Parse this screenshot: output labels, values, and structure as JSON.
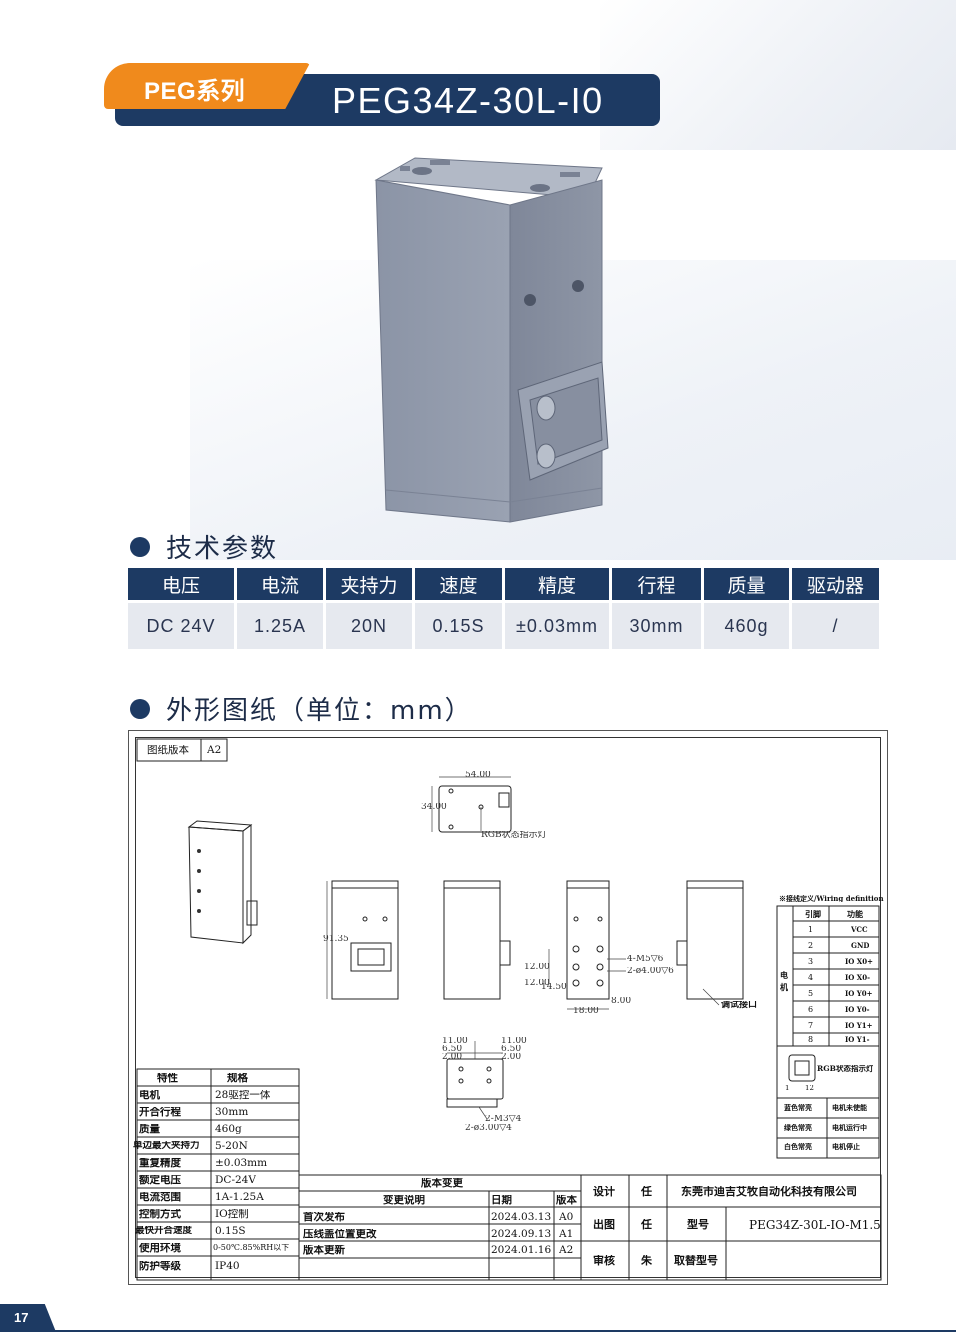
{
  "header": {
    "series_label": "PEG系列",
    "model": "PEG34Z-30L-I0"
  },
  "sections": {
    "tech_params": "技术参数",
    "outline": "外形图纸（单位：mm）"
  },
  "specs": {
    "headers": [
      "电压",
      "电流",
      "夹持力",
      "速度",
      "精度",
      "行程",
      "质量",
      "驱动器"
    ],
    "values": [
      "DC 24V",
      "1.25A",
      "20N",
      "0.15S",
      "±0.03mm",
      "30mm",
      "460g",
      "/"
    ]
  },
  "drawing": {
    "version_label": "图纸版本",
    "version_value": "A2",
    "dims": {
      "w54": "54.00",
      "h34": "34.00",
      "rgb_light": "RGB状态指示灯",
      "h91": "91.35",
      "d12a": "12.00",
      "d12b": "12.00",
      "d14": "14.50",
      "d18": "18.00",
      "d8": "8.00",
      "m5": "4-M5▽6",
      "phi4": "2-ø4.00▽6",
      "debug_port": "调试接口",
      "t11a": "11.00",
      "t65a": "6.50",
      "t2a": "2.00",
      "t11b": "11.00",
      "t65b": "6.50",
      "t2b": "2.00",
      "m3": "2-M3▽4",
      "phi3": "2-ø3.00▽4"
    },
    "wiring": {
      "title": "※接线定义/Wiring definition",
      "col_pin": "引脚",
      "col_func": "功能",
      "motor_label": "电机",
      "rows": [
        {
          "pin": "1",
          "func": "VCC"
        },
        {
          "pin": "2",
          "func": "GND"
        },
        {
          "pin": "3",
          "func": "IO X0+"
        },
        {
          "pin": "4",
          "func": "IO X0-"
        },
        {
          "pin": "5",
          "func": "IO Y0+"
        },
        {
          "pin": "6",
          "func": "IO Y0-"
        },
        {
          "pin": "7",
          "func": "IO Y1+"
        },
        {
          "pin": "8",
          "func": "IO Y1-"
        }
      ]
    },
    "rgb": {
      "label": "RGB状态指示灯",
      "pin1": "1",
      "pin12": "12",
      "rows": [
        {
          "state": "蓝色常亮",
          "meaning": "电机未使能"
        },
        {
          "state": "绿色常亮",
          "meaning": "电机运行中"
        },
        {
          "state": "白色常亮",
          "meaning": "电机停止"
        }
      ]
    },
    "props": {
      "col_a": "特性",
      "col_b": "规格",
      "rows": [
        {
          "k": "电机",
          "v": "28驱控一体"
        },
        {
          "k": "开合行程",
          "v": "30mm"
        },
        {
          "k": "质量",
          "v": "460g"
        },
        {
          "k": "单边最大夹持力",
          "v": "5-20N"
        },
        {
          "k": "重复精度",
          "v": "±0.03mm"
        },
        {
          "k": "额定电压",
          "v": "DC-24V"
        },
        {
          "k": "电流范围",
          "v": "1A-1.25A"
        },
        {
          "k": "控制方式",
          "v": "IO控制"
        },
        {
          "k": "最快开合速度",
          "v": "0.15S"
        },
        {
          "k": "使用环境",
          "v": "0-50℃.85%RH以下"
        },
        {
          "k": "防护等级",
          "v": "IP40"
        }
      ]
    },
    "changes": {
      "title": "版本变更",
      "col_desc": "变更说明",
      "col_date": "日期",
      "col_ver": "版本",
      "rows": [
        {
          "desc": "首次发布",
          "date": "2024.03.13",
          "ver": "A0"
        },
        {
          "desc": "压线盖位置更改",
          "date": "2024.09.13",
          "ver": "A1"
        },
        {
          "desc": "版本更新",
          "date": "2024.01.16",
          "ver": "A2"
        }
      ]
    },
    "titleblock": {
      "design": "设计",
      "design_by": "任",
      "company": "东莞市迪吉艾牧自动化科技有限公司",
      "drawn": "出图",
      "drawn_by": "任",
      "model_label": "型号",
      "model_value": "PEG34Z-30L-IO-M1.5",
      "review": "审核",
      "review_by": "朱",
      "replace_label": "取替型号"
    }
  },
  "page_number": "17",
  "colors": {
    "navy": "#1d3a63",
    "orange": "#f08a1c",
    "cell_bg": "#e6e9ef"
  }
}
